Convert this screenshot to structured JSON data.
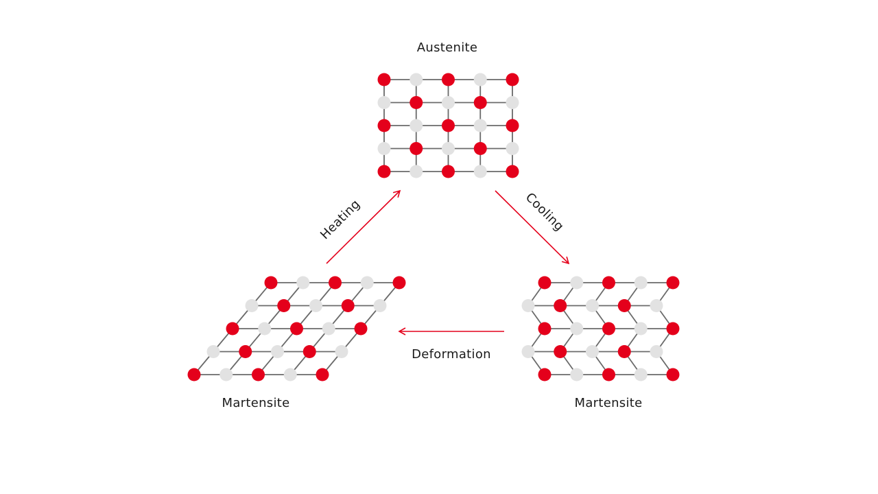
{
  "diagram": {
    "colors": {
      "atom_primary": "#e4001b",
      "atom_secondary": "#e2e2e2",
      "bond": "#6a6a6a",
      "arrow": "#e4001b",
      "text": "#1a1a1a"
    },
    "structures": {
      "austenite": {
        "label": "Austenite",
        "lattice": "cubic"
      },
      "martensite_sheared": {
        "label": "Martensite",
        "lattice": "sheared"
      },
      "martensite_twinned": {
        "label": "Martensite",
        "lattice": "twinned"
      }
    },
    "transitions": {
      "heating": {
        "label": "Heating",
        "from": "martensite_sheared",
        "to": "austenite"
      },
      "cooling": {
        "label": "Cooling",
        "from": "austenite",
        "to": "martensite_twinned"
      },
      "deformation": {
        "label": "Deformation",
        "from": "martensite_twinned",
        "to": "martensite_sheared"
      }
    }
  }
}
